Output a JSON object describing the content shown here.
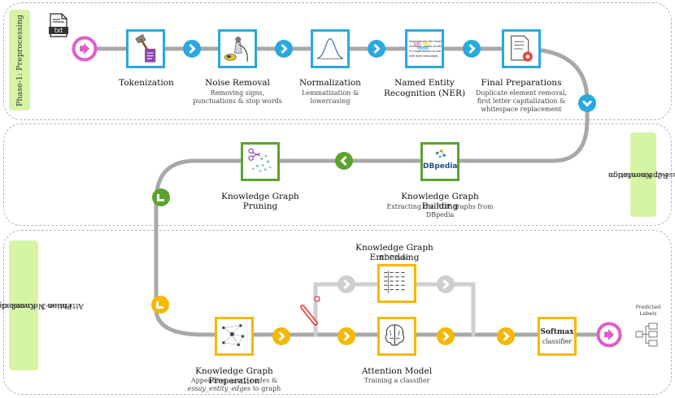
{
  "phases": {
    "p1": "Phase-1: Preprocessing",
    "p2_line1": "Phase-2: Knowledge",
    "p2_line2": "Representation",
    "p3_line1": "Phase-3: Knowledge Graph",
    "p3_line2": "Attention Network classifier"
  },
  "input_file": {
    "label": "txt",
    "icon": "txt-file-icon"
  },
  "steps": {
    "tokenization": {
      "title": "Tokenization"
    },
    "noise_removal": {
      "title": "Noise Removal",
      "sub1": "Removing signs,",
      "sub2": "punctuations & stop words"
    },
    "normalization": {
      "title": "Normalization",
      "sub1": "Lemmatization &",
      "sub2": "lowercasing"
    },
    "ner": {
      "title1": "Named Entity",
      "title2": "Recognition (NER)",
      "thumb_lines": [
        "Automatically the visualisation",
        "of people, places, products",
        "in a organisation to use",
        "with many languages."
      ]
    },
    "final": {
      "title": "Final Preparations",
      "sub1": "Duplicate element removal,",
      "sub2": "first letter capitalization &",
      "sub3": "whitespace replacement"
    },
    "kg_building": {
      "title": "Knowledge Graph Building",
      "sub1": "Extracting the RDF graphs from",
      "sub2": "DBpedia",
      "logo": "DBpedia"
    },
    "kg_pruning": {
      "title": "Knowledge Graph Pruning"
    },
    "kg_embedding": {
      "title": "Knowledge Graph Embedding",
      "sub": "RDF2vec"
    },
    "kg_preparation": {
      "title": "Knowledge Graph Preparation",
      "sub1_pre": "Appending ",
      "sub1_em": "essay_nodes",
      "sub1_post": " &",
      "sub2_em": "essay_entity_edges",
      "sub2_post": " to graph"
    },
    "attention": {
      "title": "Attention Model",
      "sub": "Training a classifier"
    },
    "softmax": {
      "title": "Softmax",
      "sub": "classifier"
    },
    "output": {
      "label1": "Predicted",
      "label2": "Labels"
    }
  },
  "colors": {
    "blue": "#29a9e0",
    "green": "#5aa42e",
    "yellow": "#f5b800",
    "pink": "#e05ec8",
    "track": "#a8a8a8",
    "phase_bg": "#d5f5a4",
    "switch_red": "#e23a3a"
  }
}
